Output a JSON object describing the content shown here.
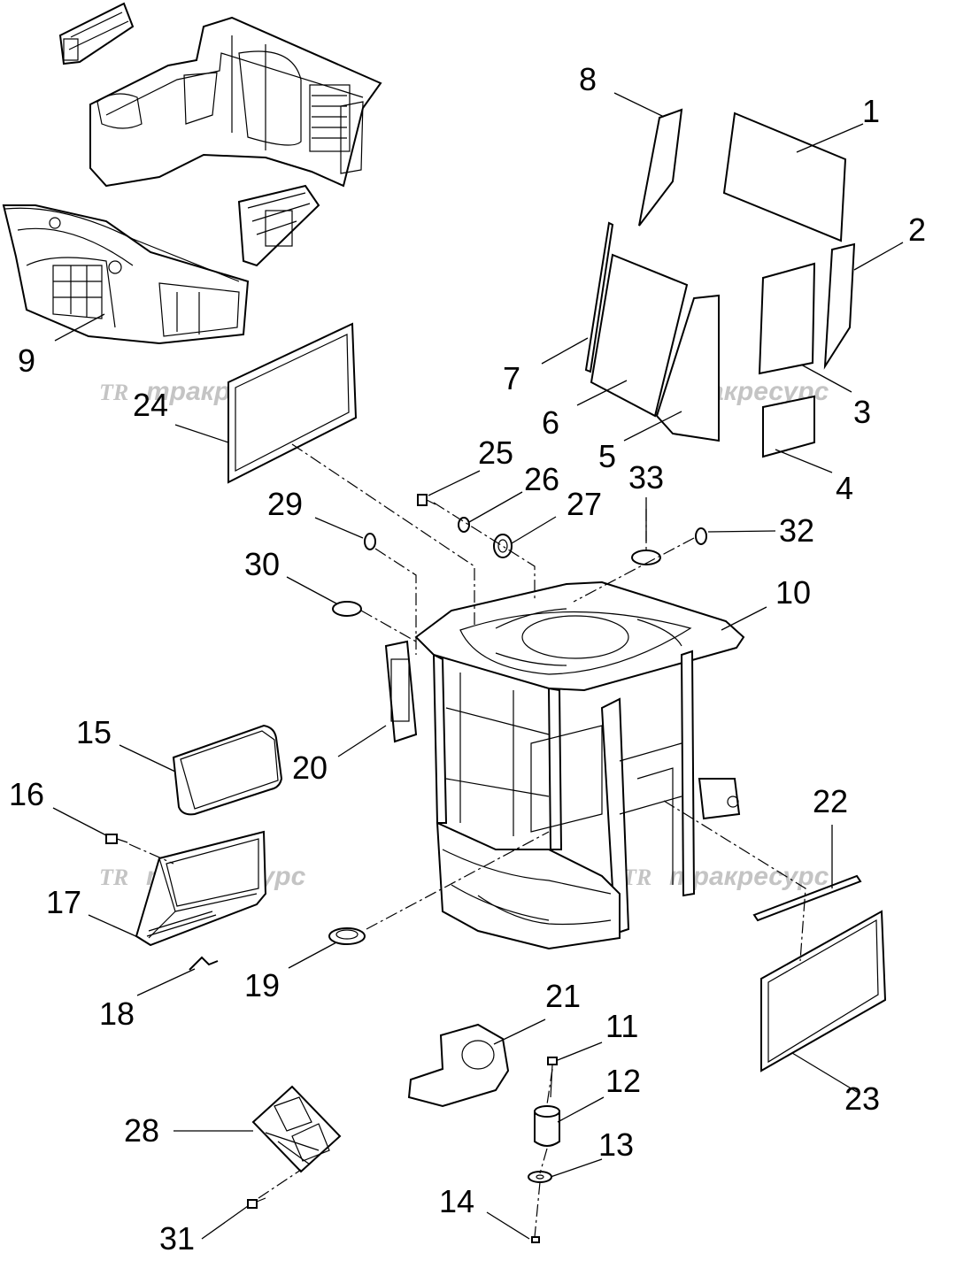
{
  "callouts": [
    "1",
    "2",
    "3",
    "4",
    "5",
    "6",
    "7",
    "8",
    "9",
    "10",
    "11",
    "12",
    "13",
    "14",
    "15",
    "16",
    "17",
    "18",
    "19",
    "20",
    "21",
    "22",
    "23",
    "24",
    "25",
    "26",
    "27",
    "28",
    "29",
    "30",
    "31",
    "32",
    "33"
  ],
  "watermark": {
    "logo": "TR",
    "text": "тракресурс"
  }
}
